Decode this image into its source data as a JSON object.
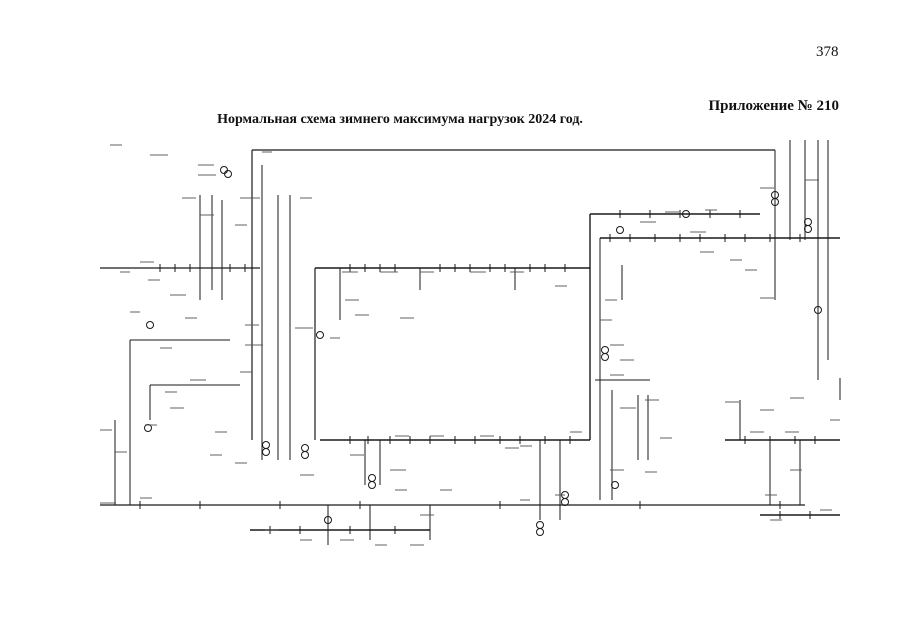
{
  "page": {
    "page_number": "378",
    "appendix": "Приложение № 210",
    "title": "Нормальная схема зимнего максимума нагрузок 2024 год."
  },
  "colors": {
    "line": "#1a1a1a",
    "paper": "#ffffff"
  }
}
